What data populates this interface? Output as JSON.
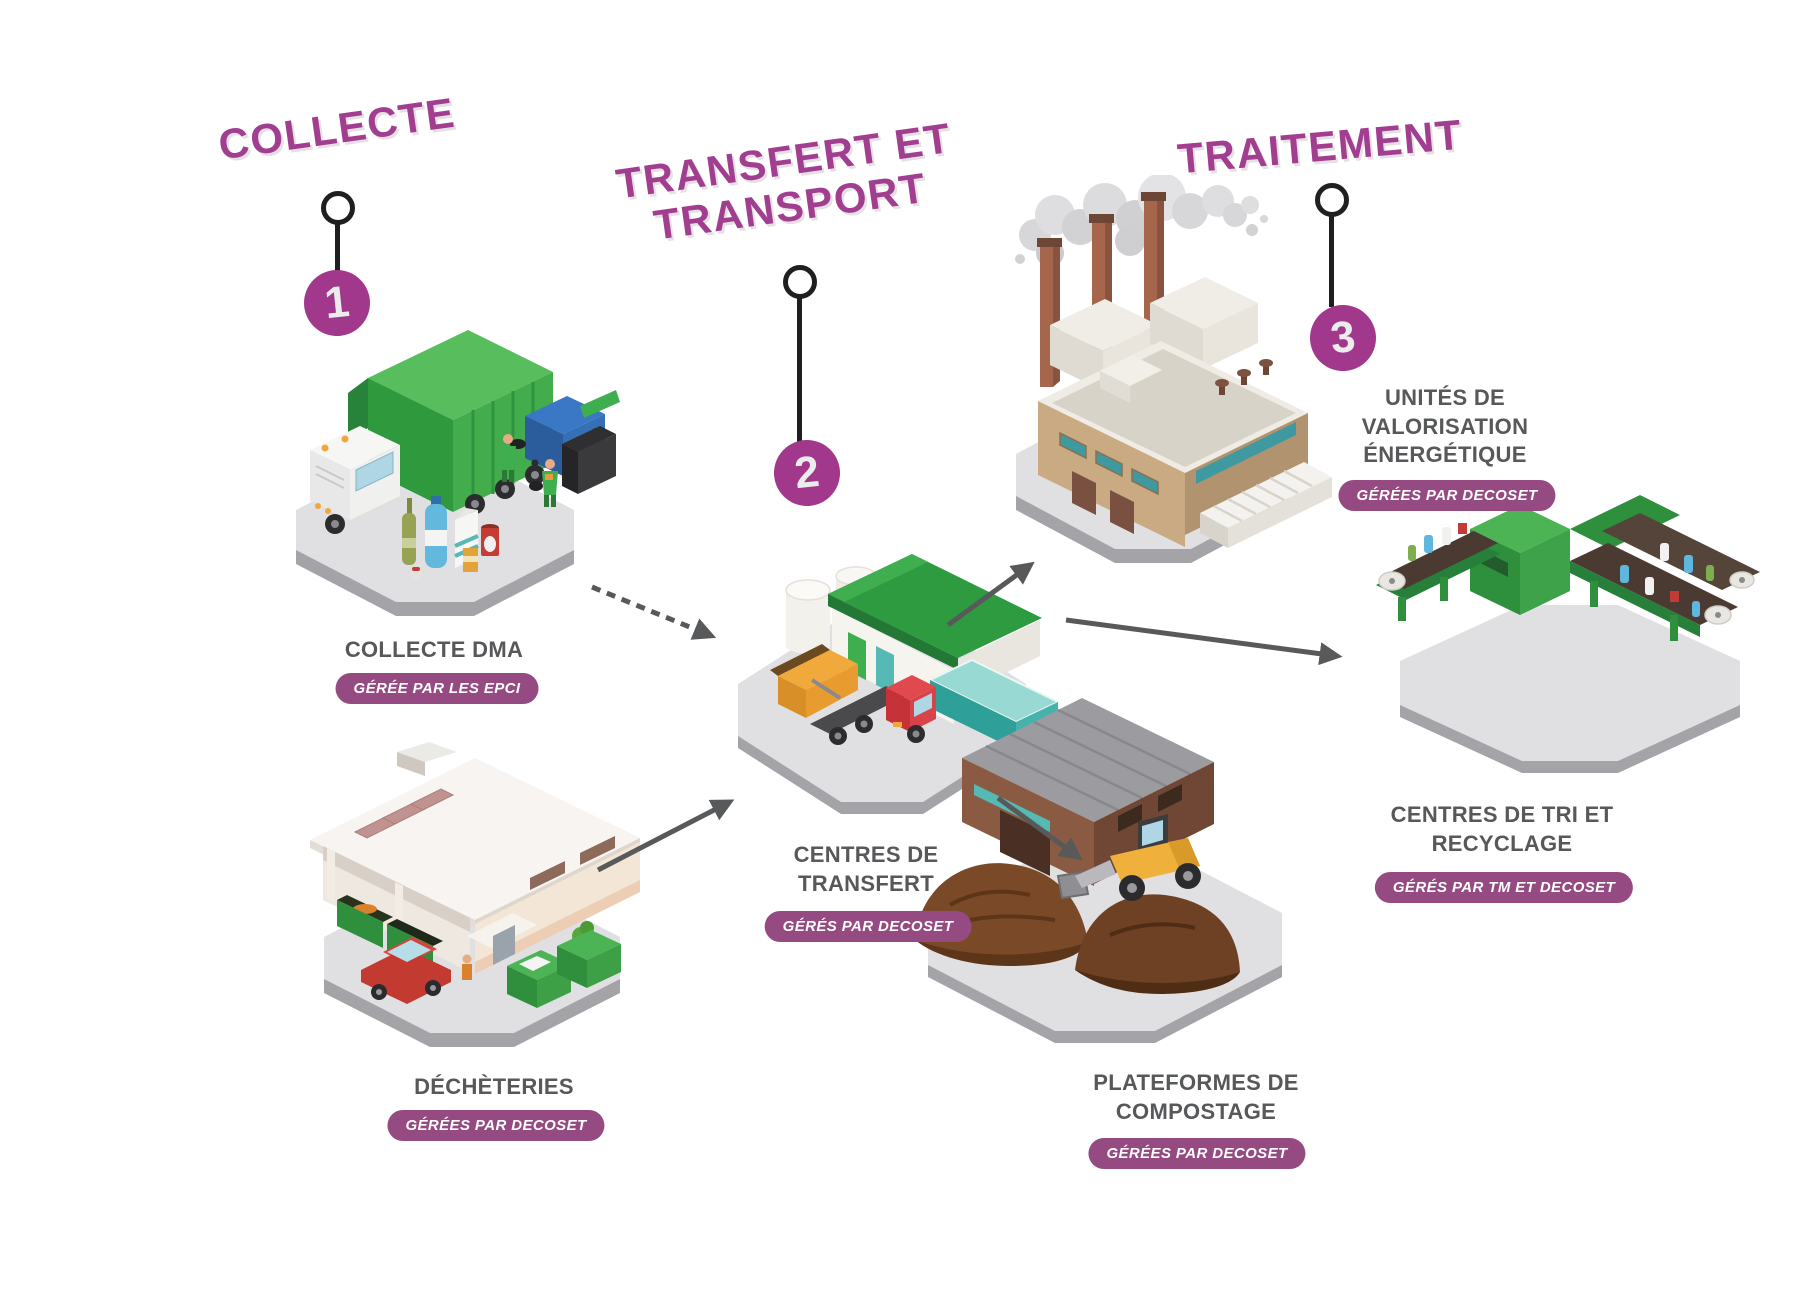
{
  "palette": {
    "heading_purple": "#a13e8f",
    "badge_purple": "#964a82",
    "number_circle_purple": "#a1388c",
    "label_gray": "#57585a",
    "pin_black": "#1f1f1d",
    "arrow_gray": "#58595b"
  },
  "stages": [
    {
      "id": "collecte",
      "number": "1",
      "heading_line1": "COLLECTE",
      "heading_line2": ""
    },
    {
      "id": "transfert",
      "number": "2",
      "heading_line1": "TRANSFERT ET",
      "heading_line2": "TRANSPORT"
    },
    {
      "id": "traitement",
      "number": "3",
      "heading_line1": "TRAITEMENT",
      "heading_line2": ""
    }
  ],
  "nodes": [
    {
      "id": "collecte-dma",
      "label_line1": "COLLECTE DMA",
      "badge": "GÉRÉE PAR LES EPCI"
    },
    {
      "id": "decheteries",
      "label_line1": "DÉCHÈTERIES",
      "badge": "GÉRÉES PAR DECOSET"
    },
    {
      "id": "centres-transfert",
      "label_line1": "CENTRES DE",
      "label_line2": "TRANSFERT",
      "badge": "GÉRÉS PAR DECOSET"
    },
    {
      "id": "uve",
      "label_line1": "UNITÉS DE",
      "label_line2": "VALORISATION",
      "label_line3": "ÉNERGÉTIQUE",
      "badge": "GÉRÉES PAR DECOSET"
    },
    {
      "id": "centres-tri",
      "label_line1": "CENTRES DE TRI ET",
      "label_line2": "RECYCLAGE",
      "badge": "GÉRÉS PAR TM ET DECOSET"
    },
    {
      "id": "compostage",
      "label_line1": "PLATEFORMES DE",
      "label_line2": "COMPOSTAGE",
      "badge": "GÉRÉES PAR DECOSET"
    }
  ]
}
